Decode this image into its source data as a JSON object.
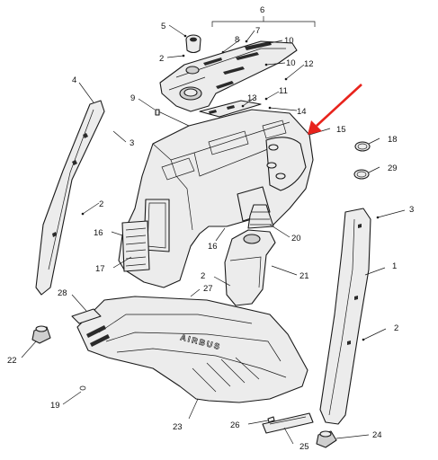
{
  "callouts": {
    "c1": "1",
    "c2a": "2",
    "c2b": "2",
    "c2c": "2",
    "c2d": "2",
    "c3a": "3",
    "c3b": "3",
    "c4": "4",
    "c5": "5",
    "c6": "6",
    "c7": "7",
    "c8": "8",
    "c9": "9",
    "c10a": "10",
    "c10b": "10",
    "c11": "11",
    "c12": "12",
    "c13": "13",
    "c14": "14",
    "c15": "15",
    "c16a": "16",
    "c16b": "16",
    "c17": "17",
    "c18": "18",
    "c19": "19",
    "c20": "20",
    "c21": "21",
    "c22": "22",
    "c23": "23",
    "c24": "24",
    "c25": "25",
    "c26": "26",
    "c27": "27",
    "c28": "28",
    "c29": "29"
  },
  "floor_mat_text": "AIRBUS",
  "colors": {
    "arrow": "#e8231c",
    "outline": "#1a1a1a",
    "fill": "#ececec"
  }
}
